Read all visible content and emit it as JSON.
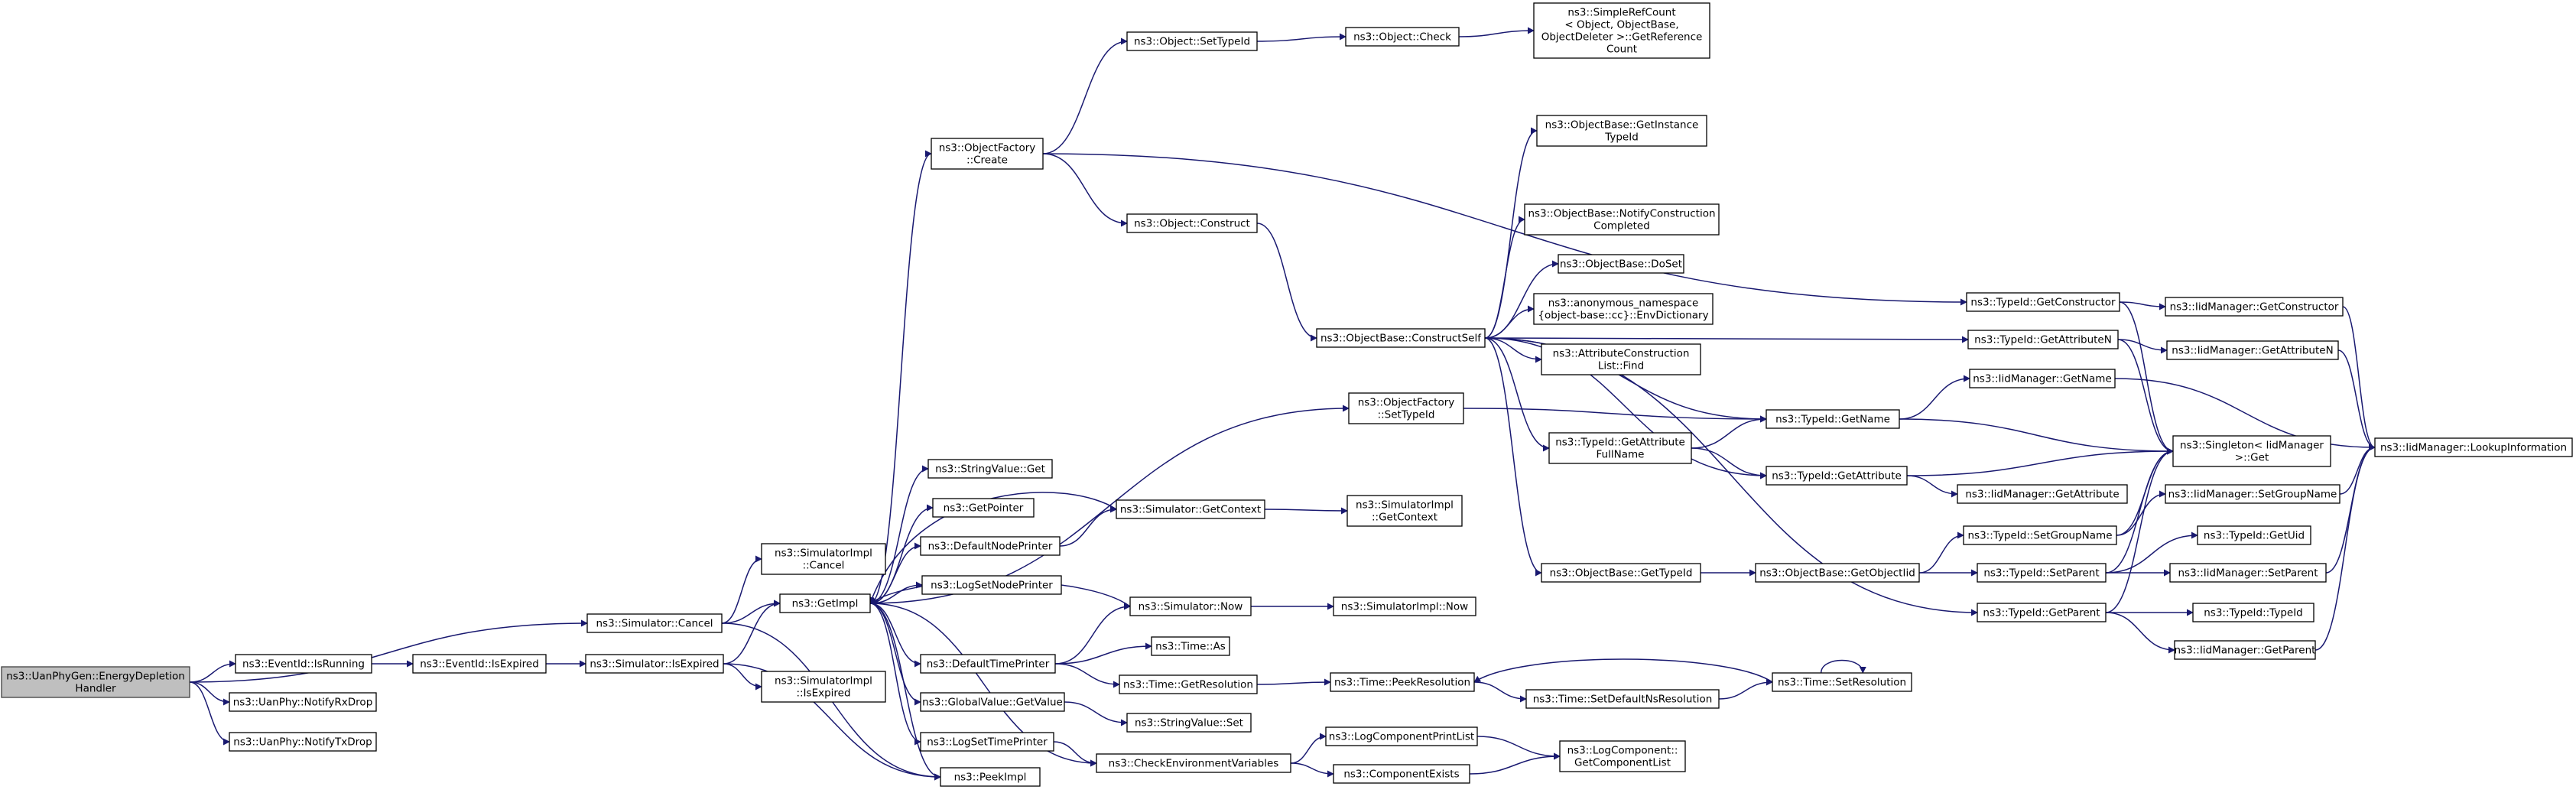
{
  "diagram": {
    "title": "",
    "root": "ns3::UanPhyGen::EnergyDepletion Handler",
    "nodes": [
      {
        "id": "root",
        "lines": [
          "ns3::UanPhyGen::EnergyDepletion",
          "Handler"
        ]
      },
      {
        "id": "eid_run",
        "lines": [
          "ns3::EventId::IsRunning"
        ]
      },
      {
        "id": "eid_exp",
        "lines": [
          "ns3::EventId::IsExpired"
        ]
      },
      {
        "id": "notify_rx",
        "lines": [
          "ns3::UanPhy::NotifyRxDrop"
        ]
      },
      {
        "id": "notify_tx",
        "lines": [
          "ns3::UanPhy::NotifyTxDrop"
        ]
      },
      {
        "id": "sim_cancel",
        "lines": [
          "ns3::Simulator::Cancel"
        ]
      },
      {
        "id": "sim_isexp",
        "lines": [
          "ns3::Simulator::IsExpired"
        ]
      },
      {
        "id": "simimpl_cancel",
        "lines": [
          "ns3::SimulatorImpl",
          "::Cancel"
        ]
      },
      {
        "id": "simimpl_isexp",
        "lines": [
          "ns3::SimulatorImpl",
          "::IsExpired"
        ]
      },
      {
        "id": "getimpl",
        "lines": [
          "ns3::GetImpl"
        ]
      },
      {
        "id": "peekimpl",
        "lines": [
          "ns3::PeekImpl"
        ]
      },
      {
        "id": "of_create",
        "lines": [
          "ns3::ObjectFactory",
          "::Create"
        ]
      },
      {
        "id": "strval_get",
        "lines": [
          "ns3::StringValue::Get"
        ]
      },
      {
        "id": "getpointer",
        "lines": [
          "ns3::GetPointer"
        ]
      },
      {
        "id": "defnodeprinter",
        "lines": [
          "ns3::DefaultNodePrinter"
        ]
      },
      {
        "id": "logsetnodeprinter",
        "lines": [
          "ns3::LogSetNodePrinter"
        ]
      },
      {
        "id": "deftimeprinter",
        "lines": [
          "ns3::DefaultTimePrinter"
        ]
      },
      {
        "id": "gv_getvalue",
        "lines": [
          "ns3::GlobalValue::GetValue"
        ]
      },
      {
        "id": "logsettimeprinter",
        "lines": [
          "ns3::LogSetTimePrinter"
        ]
      },
      {
        "id": "obj_settypeid",
        "lines": [
          "ns3::Object::SetTypeId"
        ]
      },
      {
        "id": "obj_check",
        "lines": [
          "ns3::Object::Check"
        ]
      },
      {
        "id": "srcount",
        "lines": [
          "ns3::SimpleRefCount",
          "< Object, ObjectBase,",
          "ObjectDeleter >::GetReference",
          "Count"
        ]
      },
      {
        "id": "obj_construct",
        "lines": [
          "ns3::Object::Construct"
        ]
      },
      {
        "id": "ob_constructself",
        "lines": [
          "ns3::ObjectBase::ConstructSelf"
        ]
      },
      {
        "id": "of_settypeid",
        "lines": [
          "ns3::ObjectFactory",
          "::SetTypeId"
        ]
      },
      {
        "id": "sim_getcontext",
        "lines": [
          "ns3::Simulator::GetContext"
        ]
      },
      {
        "id": "simimpl_getcontext",
        "lines": [
          "ns3::SimulatorImpl",
          "::GetContext"
        ]
      },
      {
        "id": "sim_now",
        "lines": [
          "ns3::Simulator::Now"
        ]
      },
      {
        "id": "simimpl_now",
        "lines": [
          "ns3::SimulatorImpl::Now"
        ]
      },
      {
        "id": "time_as",
        "lines": [
          "ns3::Time::As"
        ]
      },
      {
        "id": "time_getres",
        "lines": [
          "ns3::Time::GetResolution"
        ]
      },
      {
        "id": "strval_set",
        "lines": [
          "ns3::StringValue::Set"
        ]
      },
      {
        "id": "checkenv",
        "lines": [
          "ns3::CheckEnvironmentVariables"
        ]
      },
      {
        "id": "ob_getinsttypeid",
        "lines": [
          "ns3::ObjectBase::GetInstance",
          "TypeId"
        ]
      },
      {
        "id": "ob_notifyconst",
        "lines": [
          "ns3::ObjectBase::NotifyConstruction",
          "Completed"
        ]
      },
      {
        "id": "ob_doset",
        "lines": [
          "ns3::ObjectBase::DoSet"
        ]
      },
      {
        "id": "envdict",
        "lines": [
          "ns3::anonymous_namespace",
          "{object-base::cc}::EnvDictionary"
        ]
      },
      {
        "id": "attrconstlist",
        "lines": [
          "ns3::AttributeConstruction",
          "List::Find"
        ]
      },
      {
        "id": "tid_getattrfullname",
        "lines": [
          "ns3::TypeId::GetAttribute",
          "FullName"
        ]
      },
      {
        "id": "ob_gettypeid",
        "lines": [
          "ns3::ObjectBase::GetTypeId"
        ]
      },
      {
        "id": "tid_getname",
        "lines": [
          "ns3::TypeId::GetName"
        ]
      },
      {
        "id": "tid_getattribute",
        "lines": [
          "ns3::TypeId::GetAttribute"
        ]
      },
      {
        "id": "ob_getobjtid",
        "lines": [
          "ns3::ObjectBase::GetObjectIid"
        ]
      },
      {
        "id": "time_peekres",
        "lines": [
          "ns3::Time::PeekResolution"
        ]
      },
      {
        "id": "time_setdefns",
        "lines": [
          "ns3::Time::SetDefaultNsResolution"
        ]
      },
      {
        "id": "time_setres",
        "lines": [
          "ns3::Time::SetResolution"
        ]
      },
      {
        "id": "logcompprintlist",
        "lines": [
          "ns3::LogComponentPrintList"
        ]
      },
      {
        "id": "compexists",
        "lines": [
          "ns3::ComponentExists"
        ]
      },
      {
        "id": "logcomp_getlist",
        "lines": [
          "ns3::LogComponent::",
          "GetComponentList"
        ]
      },
      {
        "id": "tid_getconstructor",
        "lines": [
          "ns3::TypeId::GetConstructor"
        ]
      },
      {
        "id": "tid_getattrn",
        "lines": [
          "ns3::TypeId::GetAttributeN"
        ]
      },
      {
        "id": "iid_getname",
        "lines": [
          "ns3::IidManager::GetName"
        ]
      },
      {
        "id": "iid_getattribute",
        "lines": [
          "ns3::IidManager::GetAttribute"
        ]
      },
      {
        "id": "tid_setgroupname",
        "lines": [
          "ns3::TypeId::SetGroupName"
        ]
      },
      {
        "id": "tid_setparent",
        "lines": [
          "ns3::TypeId::SetParent"
        ]
      },
      {
        "id": "tid_getparent",
        "lines": [
          "ns3::TypeId::GetParent"
        ]
      },
      {
        "id": "iid_getconstructor",
        "lines": [
          "ns3::IidManager::GetConstructor"
        ]
      },
      {
        "id": "iid_getattrn",
        "lines": [
          "ns3::IidManager::GetAttributeN"
        ]
      },
      {
        "id": "singleton_get",
        "lines": [
          "ns3::Singleton< IidManager",
          ">::Get"
        ]
      },
      {
        "id": "iid_setgroupname",
        "lines": [
          "ns3::IidManager::SetGroupName"
        ]
      },
      {
        "id": "tid_getuid",
        "lines": [
          "ns3::TypeId::GetUid"
        ]
      },
      {
        "id": "iid_setparent",
        "lines": [
          "ns3::IidManager::SetParent"
        ]
      },
      {
        "id": "tid_typeid",
        "lines": [
          "ns3::TypeId::TypeId"
        ]
      },
      {
        "id": "iid_getparent",
        "lines": [
          "ns3::IidManager::GetParent"
        ]
      },
      {
        "id": "iid_lookup",
        "lines": [
          "ns3::IidManager::LookupInformation"
        ]
      }
    ],
    "edges": [
      [
        "root",
        "sim_cancel"
      ],
      [
        "root",
        "eid_run"
      ],
      [
        "root",
        "notify_rx"
      ],
      [
        "root",
        "notify_tx"
      ],
      [
        "eid_run",
        "eid_exp"
      ],
      [
        "eid_exp",
        "sim_isexp"
      ],
      [
        "sim_cancel",
        "simimpl_cancel"
      ],
      [
        "sim_cancel",
        "getimpl"
      ],
      [
        "sim_cancel",
        "peekimpl"
      ],
      [
        "sim_isexp",
        "getimpl"
      ],
      [
        "sim_isexp",
        "simimpl_isexp"
      ],
      [
        "sim_isexp",
        "peekimpl"
      ],
      [
        "getimpl",
        "of_create"
      ],
      [
        "getimpl",
        "of_settypeid"
      ],
      [
        "getimpl",
        "strval_get"
      ],
      [
        "getimpl",
        "getpointer"
      ],
      [
        "getimpl",
        "defnodeprinter"
      ],
      [
        "getimpl",
        "logsetnodeprinter"
      ],
      [
        "getimpl",
        "deftimeprinter"
      ],
      [
        "getimpl",
        "gv_getvalue"
      ],
      [
        "getimpl",
        "logsettimeprinter"
      ],
      [
        "getimpl",
        "checkenv"
      ],
      [
        "getimpl",
        "peekimpl"
      ],
      [
        "of_create",
        "obj_settypeid"
      ],
      [
        "of_create",
        "tid_getconstructor"
      ],
      [
        "of_create",
        "obj_construct"
      ],
      [
        "obj_settypeid",
        "obj_check"
      ],
      [
        "obj_check",
        "srcount"
      ],
      [
        "obj_construct",
        "ob_constructself"
      ],
      [
        "of_settypeid",
        "tid_getname"
      ],
      [
        "defnodeprinter",
        "sim_getcontext"
      ],
      [
        "sim_getcontext",
        "getimpl"
      ],
      [
        "sim_getcontext",
        "simimpl_getcontext"
      ],
      [
        "deftimeprinter",
        "sim_now"
      ],
      [
        "deftimeprinter",
        "time_as"
      ],
      [
        "deftimeprinter",
        "time_getres"
      ],
      [
        "sim_now",
        "getimpl"
      ],
      [
        "sim_now",
        "simimpl_now"
      ],
      [
        "gv_getvalue",
        "strval_set"
      ],
      [
        "logsettimeprinter",
        "checkenv"
      ],
      [
        "checkenv",
        "logcompprintlist"
      ],
      [
        "checkenv",
        "compexists"
      ],
      [
        "logcompprintlist",
        "logcomp_getlist"
      ],
      [
        "compexists",
        "logcomp_getlist"
      ],
      [
        "time_getres",
        "time_peekres"
      ],
      [
        "time_peekres",
        "time_setdefns"
      ],
      [
        "time_setdefns",
        "time_setres"
      ],
      [
        "time_setres",
        "time_peekres"
      ],
      [
        "time_setres",
        "time_setres"
      ],
      [
        "ob_constructself",
        "ob_getinsttypeid"
      ],
      [
        "ob_constructself",
        "ob_notifyconst"
      ],
      [
        "ob_constructself",
        "ob_doset"
      ],
      [
        "ob_constructself",
        "envdict"
      ],
      [
        "ob_constructself",
        "attrconstlist"
      ],
      [
        "ob_constructself",
        "tid_getattrn"
      ],
      [
        "ob_constructself",
        "tid_getattrfullname"
      ],
      [
        "ob_constructself",
        "tid_getname"
      ],
      [
        "ob_constructself",
        "tid_getattribute"
      ],
      [
        "ob_constructself",
        "ob_gettypeid"
      ],
      [
        "ob_constructself",
        "tid_getparent"
      ],
      [
        "tid_getattrfullname",
        "tid_getname"
      ],
      [
        "tid_getattrfullname",
        "tid_getattribute"
      ],
      [
        "ob_gettypeid",
        "ob_getobjtid"
      ],
      [
        "ob_getobjtid",
        "tid_setgroupname"
      ],
      [
        "ob_getobjtid",
        "tid_setparent"
      ],
      [
        "tid_getname",
        "iid_getname"
      ],
      [
        "tid_getname",
        "singleton_get"
      ],
      [
        "tid_getattribute",
        "iid_getattribute"
      ],
      [
        "tid_getattribute",
        "singleton_get"
      ],
      [
        "tid_getconstructor",
        "iid_getconstructor"
      ],
      [
        "tid_getconstructor",
        "singleton_get"
      ],
      [
        "tid_getattrn",
        "iid_getattrn"
      ],
      [
        "tid_getattrn",
        "singleton_get"
      ],
      [
        "tid_setgroupname",
        "iid_setgroupname"
      ],
      [
        "tid_setgroupname",
        "singleton_get"
      ],
      [
        "tid_setparent",
        "tid_getuid"
      ],
      [
        "tid_setparent",
        "iid_setparent"
      ],
      [
        "tid_setparent",
        "singleton_get"
      ],
      [
        "tid_getparent",
        "tid_typeid"
      ],
      [
        "tid_getparent",
        "iid_getparent"
      ],
      [
        "tid_getparent",
        "singleton_get"
      ],
      [
        "iid_getconstructor",
        "iid_lookup"
      ],
      [
        "iid_getattrn",
        "iid_lookup"
      ],
      [
        "iid_getname",
        "iid_lookup"
      ],
      [
        "iid_setgroupname",
        "iid_lookup"
      ],
      [
        "iid_setparent",
        "iid_lookup"
      ],
      [
        "iid_getparent",
        "iid_lookup"
      ]
    ]
  }
}
